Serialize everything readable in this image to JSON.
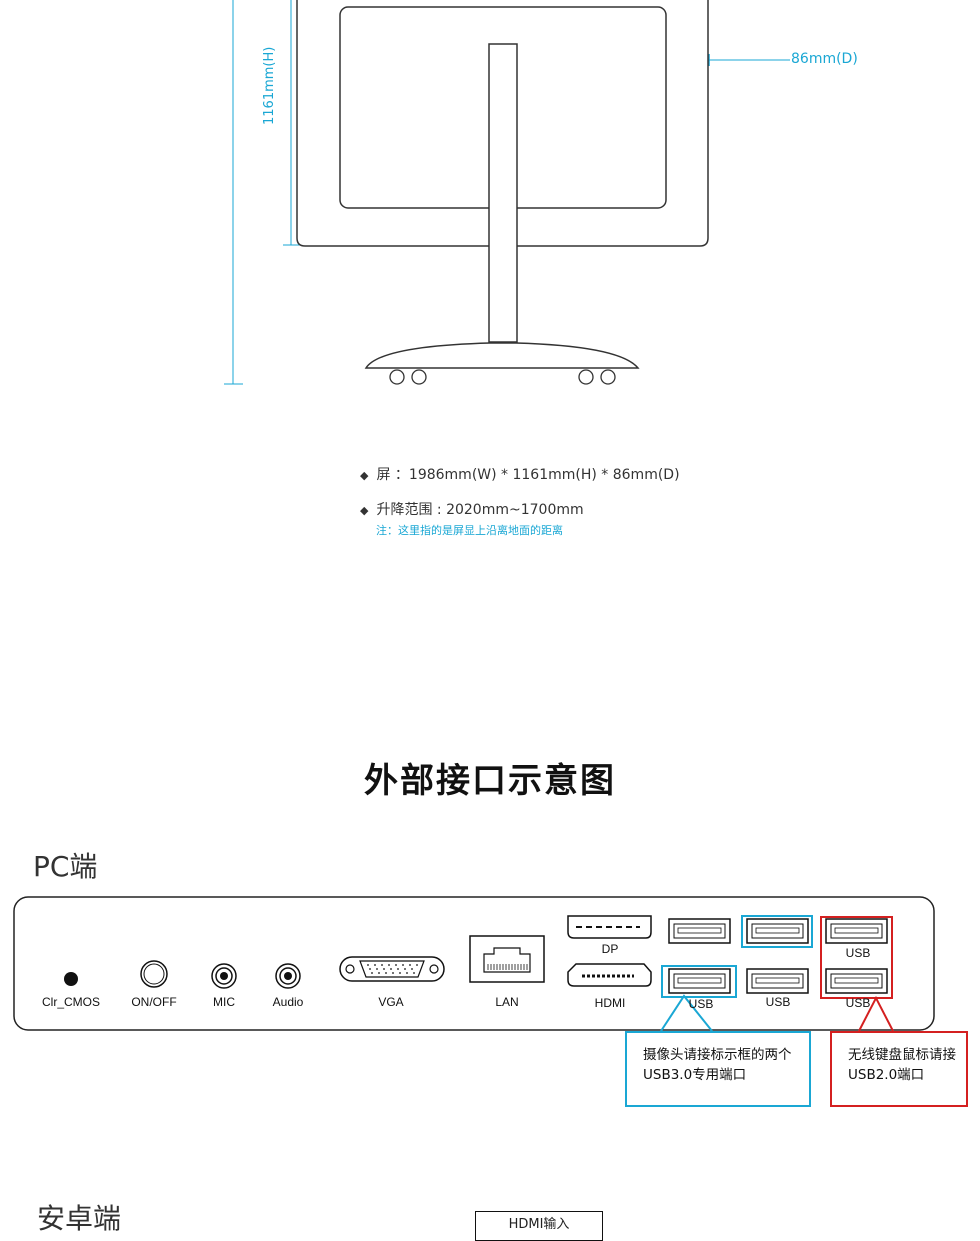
{
  "dimensions": {
    "height_label": "1161mm(H)",
    "depth_label": "86mm(D)"
  },
  "specs": {
    "screen_line": "屏 ：1986mm(W) * 1161mm(H) * 86mm(D)",
    "lift_line": "升降范围 : 2020mm~1700mm",
    "note": "注：这里指的是屏显上沿离地面的距离"
  },
  "title": "外部接口示意图",
  "pc_section": {
    "heading": "PC端",
    "ports": {
      "clr_cmos": "Clr_CMOS",
      "on_off": "ON/OFF",
      "mic": "MIC",
      "audio": "Audio",
      "vga": "VGA",
      "lan": "LAN",
      "dp": "DP",
      "hdmi": "HDMI",
      "usb": "USB"
    },
    "callout_blue": "摄像头请接标示框的两个USB3.0专用端口",
    "callout_red": "无线键盘鼠标请接USB2.0端口",
    "colors": {
      "blue": "#1aa7d4",
      "red": "#d42020"
    }
  },
  "android_section": {
    "heading": "安卓端",
    "hdmi_in": "HDMI输入"
  }
}
